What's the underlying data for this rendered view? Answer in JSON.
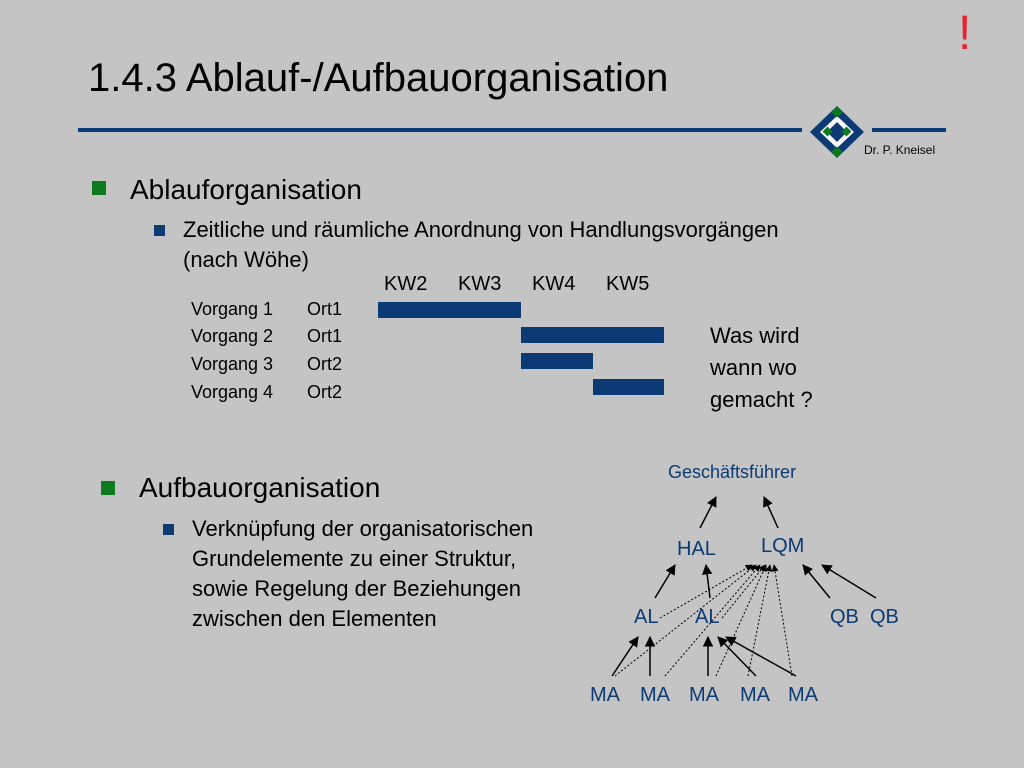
{
  "slide": {
    "exclamation": "!",
    "title": "1.4.3    Ablauf-/Aufbauorganisation",
    "author": "Dr. P. Kneisel"
  },
  "ablauf": {
    "heading": "Ablauforganisation",
    "sub_line1": "Zeitliche und räumliche Anordnung von Handlungsvorgängen",
    "sub_line2": "(nach Wöhe)",
    "weeks": [
      "KW2",
      "KW3",
      "KW4",
      "KW5"
    ],
    "tasks": [
      {
        "name": "Vorgang 1",
        "place": "Ort1",
        "start_week": "KW2",
        "end_week": "KW3"
      },
      {
        "name": "Vorgang 2",
        "place": "Ort1",
        "start_week": "KW4",
        "end_week": "KW5"
      },
      {
        "name": "Vorgang 3",
        "place": "Ort2",
        "start_week": "KW4",
        "end_week": "KW4"
      },
      {
        "name": "Vorgang 4",
        "place": "Ort2",
        "start_week": "KW5",
        "end_week": "KW5"
      }
    ],
    "question_line1": "Was wird",
    "question_line2": "wann wo",
    "question_line3": "gemacht ?"
  },
  "aufbau": {
    "heading": "Aufbauorganisation",
    "sub_line1": "Verknüpfung der organisatorischen",
    "sub_line2": "Grundelemente zu einer Struktur,",
    "sub_line3": "sowie Regelung der Beziehungen",
    "sub_line4": "zwischen den Elementen",
    "org": {
      "gf": "Geschäftsführer",
      "hal": "HAL",
      "lqm": "LQM",
      "al1": "AL",
      "al2": "AL",
      "qb1": "QB",
      "qb2": "QB",
      "ma": [
        "MA",
        "MA",
        "MA",
        "MA",
        "MA"
      ]
    }
  },
  "colors": {
    "background": "#c4c4c4",
    "accent_blue": "#0b3a74",
    "bullet_green": "#0d7a1e",
    "exclamation_red": "#e8222a"
  }
}
